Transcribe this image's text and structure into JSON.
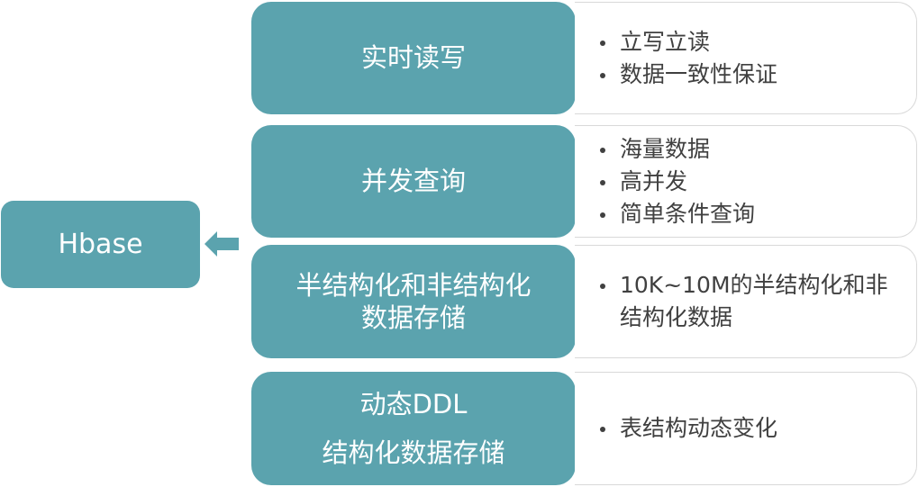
{
  "hub": {
    "label": "Hbase"
  },
  "features": [
    {
      "title_lines": [
        "实时读写"
      ],
      "bullets": [
        "立写立读",
        "数据一致性保证"
      ]
    },
    {
      "title_lines": [
        "并发查询"
      ],
      "bullets": [
        "海量数据",
        "高并发",
        "简单条件查询"
      ]
    },
    {
      "title_lines": [
        "半结构化和非结构化",
        "数据存储"
      ],
      "bullets": [
        "10K~10M的半结构化和非结构化数据"
      ]
    },
    {
      "title_lines": [
        "动态DDL",
        "结构化数据存储"
      ],
      "bullets": [
        "表结构动态变化"
      ]
    }
  ],
  "colors": {
    "teal": "#5ba3ae",
    "text_dark": "#404040",
    "border": "#d9d9d9"
  },
  "icons": {
    "connector": "arrow-left-icon"
  }
}
